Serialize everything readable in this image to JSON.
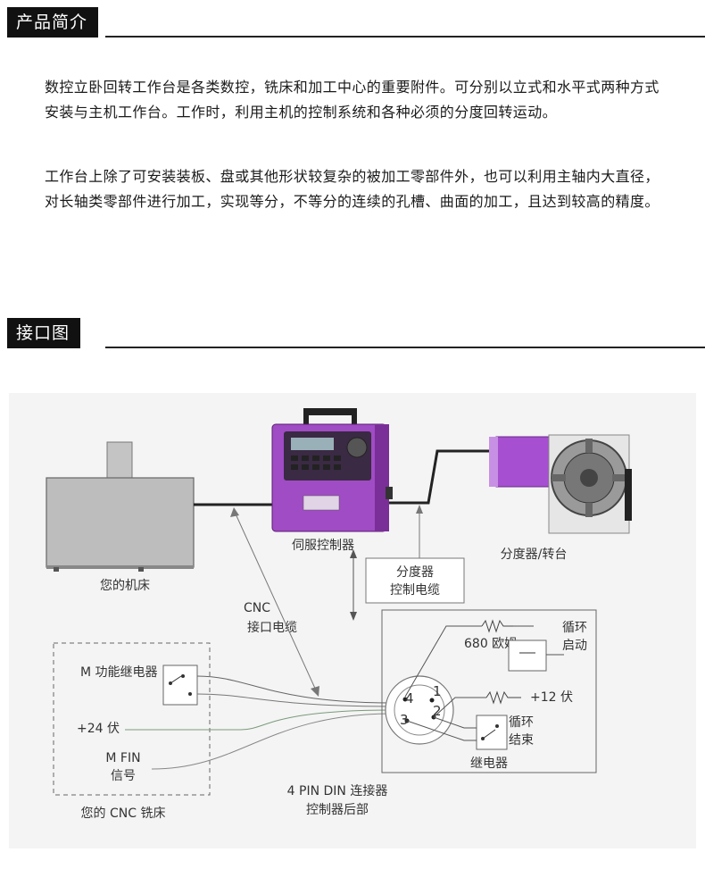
{
  "intro": {
    "title": "产品简介",
    "p1": "数控立卧回转工作台是各类数控，铣床和加工中心的重要附件。可分别以立式和水平式两种方式安装与主机工作台。工作时，利用主机的控制系统和各种必须的分度回转运动。",
    "p2": "工作台上除了可安装装板、盘或其他形状较复杂的被加工零部件外，也可以利用主轴内大直径，对长轴类零部件进行加工，实现等分，不等分的连续的孔槽、曲面的加工，且达到较高的精度。"
  },
  "interface": {
    "title": "接口图"
  },
  "diagram": {
    "machine_label": "您的机床",
    "servo_label": "伺服控制器",
    "rotary_label": "分度器/转台",
    "indexer_cable": [
      "分度器",
      "控制电缆"
    ],
    "cnc_cable": [
      "CNC",
      "接口电缆"
    ],
    "m_relay": "M 功能继电器",
    "v24": "+24 伏",
    "mfin": [
      "M FIN",
      "信号"
    ],
    "cnc_mill": "您的 CNC 铣床",
    "din_connector": [
      "4 PIN DIN 连接器",
      "控制器后部"
    ],
    "resistor": "680 欧姆",
    "cycle_start": [
      "循环",
      "启动"
    ],
    "v12": "+12 伏",
    "cycle_end": [
      "循环",
      "结束"
    ],
    "relay": "继电器",
    "pins": [
      "1",
      "2",
      "3",
      "4"
    ],
    "colors": {
      "controller_body": "#a04cc4",
      "controller_dark": "#7a2f98",
      "rotary_motor": "#a64fd0",
      "machine_gray": "#b8b8b8",
      "header_bg": "#111111"
    }
  }
}
